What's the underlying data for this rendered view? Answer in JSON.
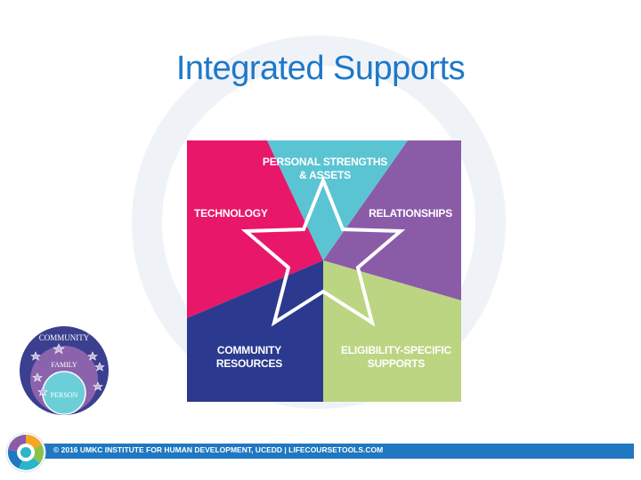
{
  "slide": {
    "title": "Integrated Supports"
  },
  "diagram": {
    "sections": [
      {
        "label_lines": [
          "PERSONAL STRENGTHS",
          "& ASSETS"
        ],
        "color": "#5bc4d3"
      },
      {
        "label_lines": [
          "TECHNOLOGY"
        ],
        "color": "#e8176a"
      },
      {
        "label_lines": [
          "RELATIONSHIPS"
        ],
        "color": "#8a5ca8"
      },
      {
        "label_lines": [
          "COMMUNITY",
          "RESOURCES"
        ],
        "color": "#2b3a8f"
      },
      {
        "label_lines": [
          "ELIGIBILITY-SPECIFIC",
          "SUPPORTS"
        ],
        "color": "#bcd582"
      }
    ]
  },
  "spectrum": {
    "labels": [
      "COMMUNITY",
      "FAMILY",
      "PERSON"
    ],
    "colors": {
      "outer": "#3b3f8f",
      "middle": "#8b63ad",
      "inner": "#6ccfd8"
    }
  },
  "footer": {
    "text": "© 2016 UMKC INSTITUTE FOR HUMAN DEVELOPMENT, UCEDD | LIFECOURSETOOLS.COM",
    "bar_color": "#1f78c1"
  }
}
